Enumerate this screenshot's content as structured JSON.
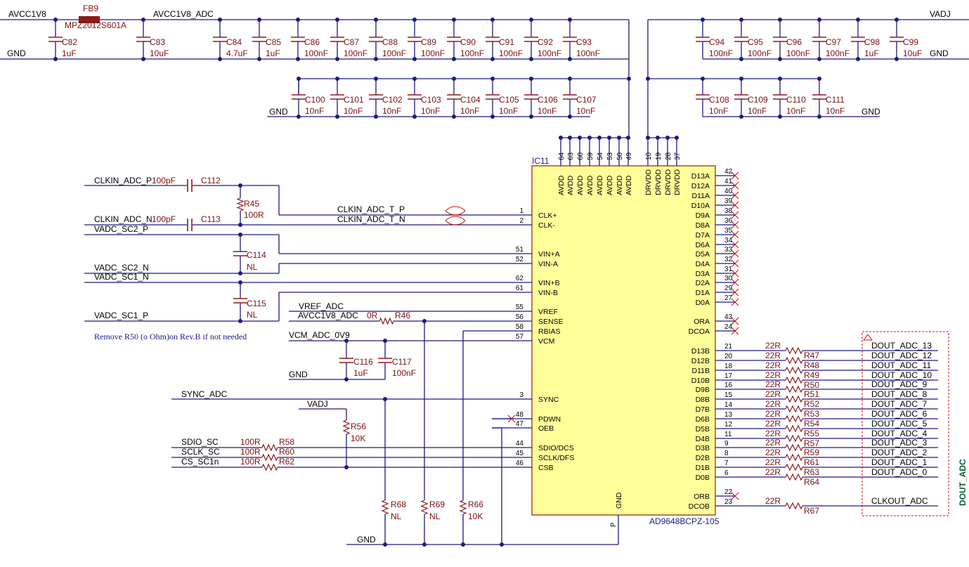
{
  "top_left": {
    "net_avcc1v8": "AVCC1V8",
    "net_avcc1v8_adc": "AVCC1V8_ADC",
    "gnd": "GND",
    "ferrite": {
      "ref": "FB9",
      "value": "MPZ2012S601A"
    },
    "caps": [
      {
        "ref": "C82",
        "value": "1uF"
      },
      {
        "ref": "C83",
        "value": "10uF"
      },
      {
        "ref": "C84",
        "value": "4.7uF"
      },
      {
        "ref": "C85",
        "value": "1uF"
      },
      {
        "ref": "C86",
        "value": "100nF"
      },
      {
        "ref": "C87",
        "value": "100nF"
      },
      {
        "ref": "C88",
        "value": "100nF"
      },
      {
        "ref": "C89",
        "value": "100nF"
      },
      {
        "ref": "C90",
        "value": "100nF"
      },
      {
        "ref": "C91",
        "value": "100nF"
      },
      {
        "ref": "C92",
        "value": "100nF"
      },
      {
        "ref": "C93",
        "value": "100nF"
      }
    ],
    "caps_row2": [
      {
        "ref": "C100",
        "value": "10nF"
      },
      {
        "ref": "C101",
        "value": "10nF"
      },
      {
        "ref": "C102",
        "value": "10nF"
      },
      {
        "ref": "C103",
        "value": "10nF"
      },
      {
        "ref": "C104",
        "value": "10nF"
      },
      {
        "ref": "C105",
        "value": "10nF"
      },
      {
        "ref": "C106",
        "value": "10nF"
      },
      {
        "ref": "C107",
        "value": "10nF"
      }
    ],
    "gnd_row2": "GND"
  },
  "top_right": {
    "net_vadj": "VADJ",
    "gnd": "GND",
    "caps": [
      {
        "ref": "C94",
        "value": "100nF"
      },
      {
        "ref": "C95",
        "value": "100nF"
      },
      {
        "ref": "C96",
        "value": "100nF"
      },
      {
        "ref": "C97",
        "value": "100nF"
      },
      {
        "ref": "C98",
        "value": "1uF"
      },
      {
        "ref": "C99",
        "value": "10uF"
      }
    ],
    "caps_row2": [
      {
        "ref": "C108",
        "value": "10nF"
      },
      {
        "ref": "C109",
        "value": "10nF"
      },
      {
        "ref": "C110",
        "value": "10nF"
      },
      {
        "ref": "C111",
        "value": "10nF"
      }
    ],
    "gnd_row2": "GND"
  },
  "chip": {
    "ref": "IC11",
    "part": "AD9648BCPZ-105",
    "top_pins": [
      {
        "num": "64",
        "name": "AVDD"
      },
      {
        "num": "63",
        "name": "AVDD"
      },
      {
        "num": "60",
        "name": "AVDD"
      },
      {
        "num": "59",
        "name": "AVDD"
      },
      {
        "num": "54",
        "name": "AVDD"
      },
      {
        "num": "53",
        "name": "AVDD"
      },
      {
        "num": "50",
        "name": "AVDD"
      },
      {
        "num": "49",
        "name": "AVDD"
      },
      {
        "num": "10",
        "name": "DRVDD"
      },
      {
        "num": "19",
        "name": "DRVDD"
      },
      {
        "num": "28",
        "name": "DRVDD"
      },
      {
        "num": "37",
        "name": "DRVDD"
      }
    ],
    "left_pins": [
      {
        "num": "1",
        "name": "CLK+"
      },
      {
        "num": "2",
        "name": "CLK-"
      },
      {
        "num": "51",
        "name": "VIN+A"
      },
      {
        "num": "52",
        "name": "VIN-A"
      },
      {
        "num": "62",
        "name": "VIN+B"
      },
      {
        "num": "61",
        "name": "VIN-B"
      },
      {
        "num": "55",
        "name": "VREF"
      },
      {
        "num": "56",
        "name": "SENSE"
      },
      {
        "num": "58",
        "name": "RBIAS"
      },
      {
        "num": "57",
        "name": "VCM"
      },
      {
        "num": "3",
        "name": "SYNC"
      },
      {
        "num": "48",
        "name": "PDWN"
      },
      {
        "num": "47",
        "name": "OEB"
      },
      {
        "num": "44",
        "name": "SDIO/DCS"
      },
      {
        "num": "45",
        "name": "SCLK/DFS"
      },
      {
        "num": "46",
        "name": "CSB"
      }
    ],
    "right_pins_a": [
      {
        "num": "42",
        "name": "D13A"
      },
      {
        "num": "41",
        "name": "D12A"
      },
      {
        "num": "40",
        "name": "D11A"
      },
      {
        "num": "39",
        "name": "D10A"
      },
      {
        "num": "38",
        "name": "D9A"
      },
      {
        "num": "36",
        "name": "D8A"
      },
      {
        "num": "35",
        "name": "D7A"
      },
      {
        "num": "34",
        "name": "D6A"
      },
      {
        "num": "33",
        "name": "D5A"
      },
      {
        "num": "32",
        "name": "D4A"
      },
      {
        "num": "31",
        "name": "D3A"
      },
      {
        "num": "30",
        "name": "D2A"
      },
      {
        "num": "29",
        "name": "D1A"
      },
      {
        "num": "27",
        "name": "D0A"
      }
    ],
    "right_pins_or": [
      {
        "num": "43",
        "name": "ORA"
      },
      {
        "num": "24",
        "name": "DCOA"
      }
    ],
    "right_pins_b": [
      {
        "num": "21",
        "name": "D13B",
        "res": "R47",
        "net": "DOUT_ADC_13"
      },
      {
        "num": "20",
        "name": "D12B",
        "res": "R48",
        "net": "DOUT_ADC_12"
      },
      {
        "num": "18",
        "name": "D11B",
        "res": "R49",
        "net": "DOUT_ADC_11"
      },
      {
        "num": "17",
        "name": "D10B",
        "res": "R50",
        "net": "DOUT_ADC_10"
      },
      {
        "num": "16",
        "name": "D9B",
        "res": "R51",
        "net": "DOUT_ADC_9"
      },
      {
        "num": "15",
        "name": "D8B",
        "res": "R52",
        "net": "DOUT_ADC_8"
      },
      {
        "num": "14",
        "name": "D7B",
        "res": "R53",
        "net": "DOUT_ADC_7"
      },
      {
        "num": "13",
        "name": "D6B",
        "res": "R54",
        "net": "DOUT_ADC_6"
      },
      {
        "num": "12",
        "name": "D5B",
        "res": "R55",
        "net": "DOUT_ADC_5"
      },
      {
        "num": "11",
        "name": "D4B",
        "res": "R57",
        "net": "DOUT_ADC_4"
      },
      {
        "num": "9",
        "name": "D3B",
        "res": "R59",
        "net": "DOUT_ADC_3"
      },
      {
        "num": "8",
        "name": "D2B",
        "res": "R61",
        "net": "DOUT_ADC_2"
      },
      {
        "num": "7",
        "name": "D1B",
        "res": "R63",
        "net": "DOUT_ADC_1"
      },
      {
        "num": "6",
        "name": "D0B",
        "res": "R64",
        "net": "DOUT_ADC_0"
      }
    ],
    "right_pins_orb": [
      {
        "num": "22",
        "name": "ORB"
      },
      {
        "num": "23",
        "name": "DCOB",
        "res": "R67",
        "net": "CLKOUT_ADC"
      }
    ],
    "gnd_pin": {
      "name": "GND",
      "num": "P"
    },
    "series_res_value": "22R"
  },
  "clock": {
    "clkin_p": "CLKIN_ADC_P",
    "clkin_n": "CLKIN_ADC_N",
    "c112": {
      "ref": "C112",
      "value": "100pF"
    },
    "c113": {
      "ref": "C113",
      "value": "100pF"
    },
    "r45": {
      "ref": "R45",
      "value": "100R"
    },
    "clk_t_p": "CLKIN_ADC_T_P",
    "clk_t_n": "CLKIN_ADC_T_N"
  },
  "analog": {
    "sc2_p": "VADC_SC2_P",
    "sc2_n": "VADC_SC2_N",
    "sc1_n": "VADC_SC1_N",
    "sc1_p": "VADC_SC1_P",
    "c114": {
      "ref": "C114",
      "value": "NL"
    },
    "c115": {
      "ref": "C115",
      "value": "NL"
    },
    "note": "Remove R50 (o Ohm)on Rev.B if not needed"
  },
  "ref_section": {
    "vref": "VREF_ADC",
    "avcc": "AVCC1V8_ADC",
    "r46": {
      "ref": "R46",
      "value": "0R"
    },
    "vcm": "VCM_ADC_0V9",
    "c116": {
      "ref": "C116",
      "value": "1uF"
    },
    "c117": {
      "ref": "C117",
      "value": "100nF"
    },
    "gnd": "GND"
  },
  "control": {
    "sync": "SYNC_ADC",
    "vadj": "VADJ",
    "r56": {
      "ref": "R56",
      "value": "10K"
    },
    "sdio": "SDIO_SC",
    "sclk": "SCLK_SC",
    "cs": "CS_SC1n",
    "r58": {
      "ref": "R58",
      "value": "100R"
    },
    "r60": {
      "ref": "R60",
      "value": "100R"
    },
    "r62": {
      "ref": "R62",
      "value": "100R"
    },
    "r68": {
      "ref": "R68",
      "value": "NL"
    },
    "r69": {
      "ref": "R69",
      "value": "NL"
    },
    "r66": {
      "ref": "R66",
      "value": "10K"
    },
    "gnd": "GND"
  },
  "bus_label": "DOUT_ADC"
}
